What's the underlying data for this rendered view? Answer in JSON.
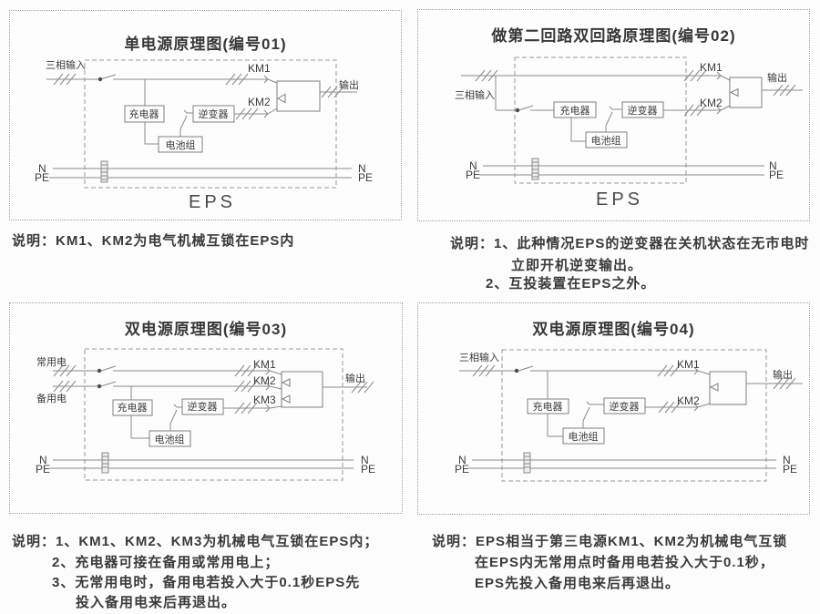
{
  "colors": {
    "background": "#fcfcfc",
    "wire": "#8a8a8a",
    "text": "#3a3a3a",
    "dashed_border": "#999999"
  },
  "panels": [
    {
      "id": "01",
      "title": "单电源原理图(编号01)",
      "eps": "EPS",
      "labels": {
        "input": "三相输入",
        "km1": "KM1",
        "km2": "KM2",
        "charger": "充电器",
        "inverter": "逆变器",
        "battery": "电池组",
        "output": "输出",
        "n": "N",
        "pe": "PE"
      },
      "notes": [
        {
          "text": "说明：KM1、KM2为电气机械互锁在EPS内"
        }
      ]
    },
    {
      "id": "02",
      "title": "做第二回路双回路原理图(编号02)",
      "eps": "EPS",
      "labels": {
        "input": "三相输入",
        "km1": "KM1",
        "km2": "KM2",
        "charger": "充电器",
        "inverter": "逆变器",
        "battery": "电池组",
        "output": "输出",
        "n": "N",
        "pe": "PE"
      },
      "notes": [
        {
          "text": "说明：1、此种情况EPS的逆变器在关机状态在无市电时"
        },
        {
          "text": "立即开机逆变输出。"
        },
        {
          "text": "2、互投装置在EPS之外。"
        }
      ]
    },
    {
      "id": "03",
      "title": "双电源原理图(编号03)",
      "labels": {
        "input1": "常用电",
        "input2": "备用电",
        "km1": "KM1",
        "km2": "KM2",
        "km3": "KM3",
        "charger": "充电器",
        "inverter": "逆变器",
        "battery": "电池组",
        "output": "输出",
        "n": "N",
        "pe": "PE"
      },
      "notes": [
        {
          "text": "说明：1、KM1、KM2、KM3为机械电气互锁在EPS内；"
        },
        {
          "text": "2、充电器可接在备用或常用电上；"
        },
        {
          "text": "3、无常用电时，备用电若投入大于0.1秒EPS先"
        },
        {
          "text": "投入备用电来后再退出。"
        }
      ]
    },
    {
      "id": "04",
      "title": "双电源原理图(编号04)",
      "labels": {
        "input": "三相输入",
        "km1": "KM1",
        "km2": "KM2",
        "charger": "充电器",
        "inverter": "逆变器",
        "battery": "电池组",
        "output": "输出",
        "n": "N",
        "pe": "PE"
      },
      "notes": [
        {
          "text": "说明：EPS相当于第三电源KM1、KM2为机械电气互锁"
        },
        {
          "text": "在EPS内无常用点时备用电若投入大于0.1秒，"
        },
        {
          "text": "EPS先投入备用电来后再退出。"
        }
      ]
    }
  ]
}
